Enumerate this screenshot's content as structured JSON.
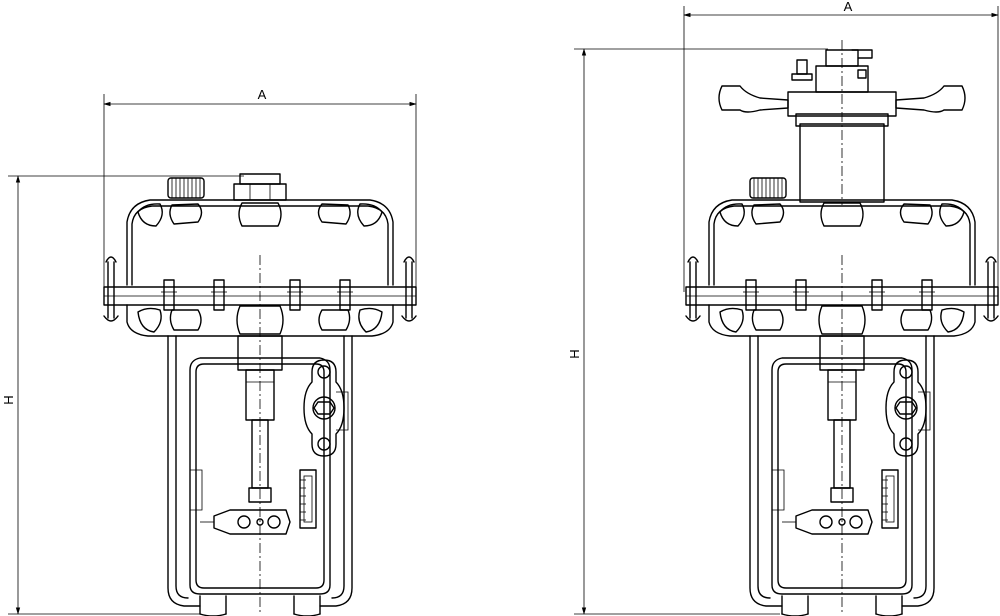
{
  "drawing": {
    "left_view": {
      "width_label": "A",
      "height_label": "H"
    },
    "right_view": {
      "width_label": "A",
      "height_label": "H"
    }
  },
  "colors": {
    "line": "#000000",
    "background": "#ffffff"
  }
}
